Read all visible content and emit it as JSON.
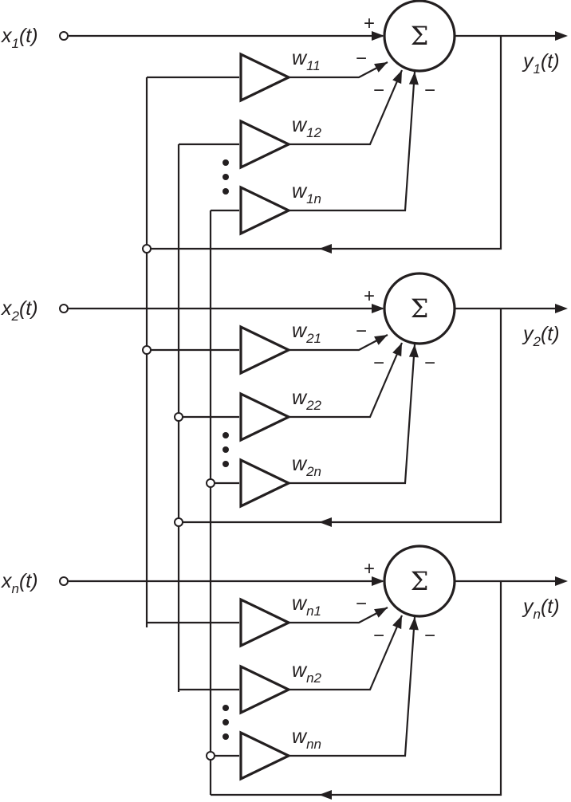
{
  "stages": [
    {
      "input": {
        "main": "x",
        "sub": "1",
        "tail": "(t)"
      },
      "output": {
        "main": "y",
        "sub": "1",
        "tail": "(t)"
      },
      "weights": [
        {
          "main": "w",
          "sub": "11"
        },
        {
          "main": "w",
          "sub": "12"
        },
        {
          "main": "w",
          "sub": "1n"
        }
      ]
    },
    {
      "input": {
        "main": "x",
        "sub": "2",
        "tail": "(t)"
      },
      "output": {
        "main": "y",
        "sub": "2",
        "tail": "(t)"
      },
      "weights": [
        {
          "main": "w",
          "sub": "21"
        },
        {
          "main": "w",
          "sub": "22"
        },
        {
          "main": "w",
          "sub": "2n"
        }
      ]
    },
    {
      "input": {
        "main": "x",
        "sub": "n",
        "tail": "(t)"
      },
      "output": {
        "main": "y",
        "sub": "n",
        "tail": "(t)"
      },
      "weights": [
        {
          "main": "w",
          "sub": "n1"
        },
        {
          "main": "w",
          "sub": "n2"
        },
        {
          "main": "w",
          "sub": "nn"
        }
      ]
    }
  ],
  "summer_symbol": "Σ",
  "plus_sign": "+",
  "minus_sign": "−",
  "colors": {
    "ink": "#231f20",
    "background": "#ffffff"
  }
}
